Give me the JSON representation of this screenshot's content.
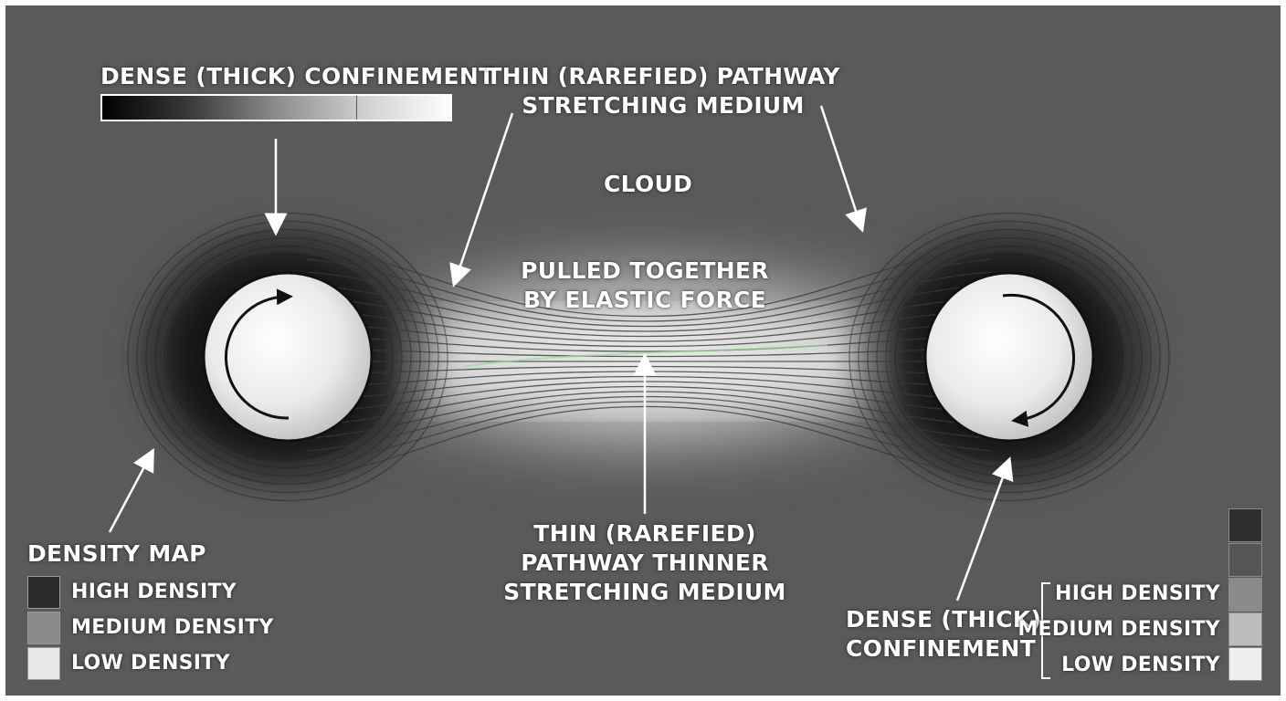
{
  "labels": {
    "dense_top_left": "DENSE (THICK) CONFINEMENT",
    "thin_top_line1": "THIN (RAREFIED) PATHWAY",
    "thin_top_line2": "STRETCHING MEDIUM",
    "cloud": "CLOUD",
    "pulled_line1": "PULLED TOGETHER",
    "pulled_line2": "BY ELASTIC FORCE",
    "thin_bottom_line1": "THIN (RAREFIED)",
    "thin_bottom_line2": "PATHWAY THINNER",
    "thin_bottom_line3": "STRETCHING MEDIUM",
    "dense_bottom_right_line1": "DENSE (THICK)",
    "dense_bottom_right_line2": "CONFINEMENT"
  },
  "legend_left": {
    "title": "DENSITY MAP",
    "items": [
      {
        "label": "HIGH DENSITY",
        "color": "#2a2a2a"
      },
      {
        "label": "MEDIUM DENSITY",
        "color": "#8a8a8a"
      },
      {
        "label": "LOW DENSITY",
        "color": "#e6e6e6"
      }
    ]
  },
  "legend_right": {
    "items": [
      {
        "label": "HIGH DENSITY"
      },
      {
        "label": "MEDIUM DENSITY"
      },
      {
        "label": "LOW DENSITY"
      }
    ],
    "scale_colors": [
      "#2e2e2e",
      "#555555",
      "#8a8a8a",
      "#bdbdbd",
      "#efefef"
    ]
  },
  "colors": {
    "background": "#5a5a5a",
    "sphere": "#eeeeee",
    "arrow": "#ffffff",
    "rotation_arrow": "#111111",
    "pathway_highlight": "#9fd79f"
  }
}
